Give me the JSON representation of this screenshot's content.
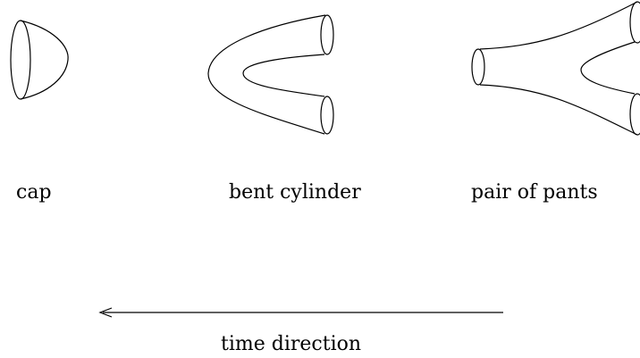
{
  "labels": {
    "cap": "cap",
    "bent_cylinder": "bent cylinder",
    "pair_of_pants": "pair of pants",
    "time_direction": "time direction"
  },
  "arrow": {
    "points_toward": "left"
  },
  "colors": {
    "stroke": "#000000",
    "background": "#ffffff"
  }
}
